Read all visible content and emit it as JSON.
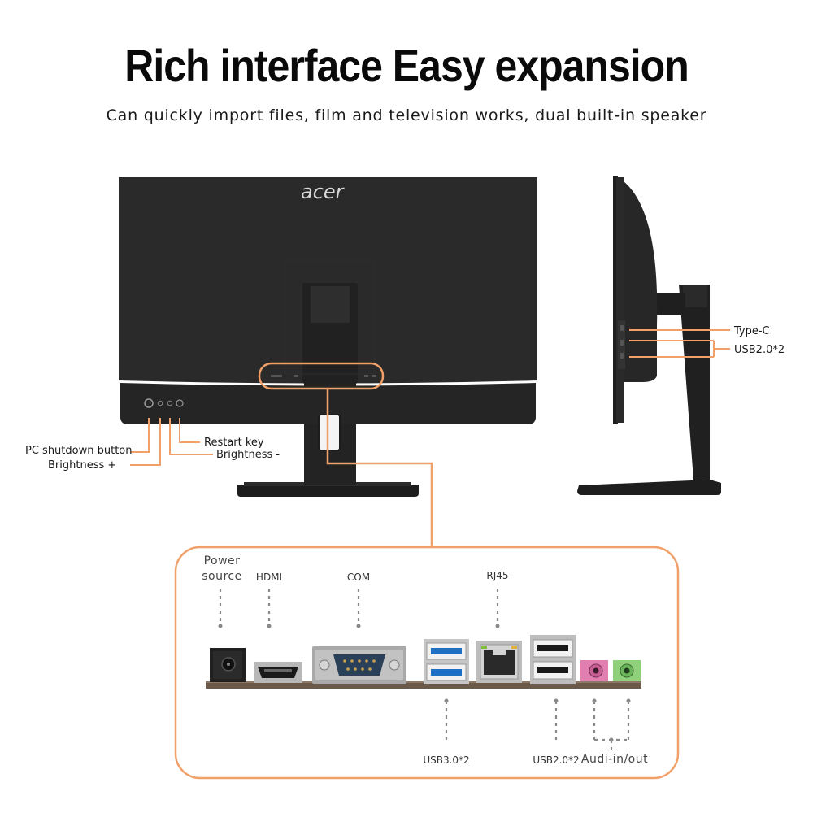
{
  "headline": "Rich interface  Easy expansion",
  "subheadline": "Can quickly import files, film and television works, dual built-in speaker",
  "brand_logo": "acer",
  "colors": {
    "accent_orange": "#f0a068",
    "monitor_body": "#262626",
    "label_text": "#1a1a1a"
  },
  "rear_buttons": {
    "pc_shutdown": "PC shutdown button",
    "brightness_plus": "Brightness +",
    "restart": "Restart key",
    "brightness_minus": "Brightness -"
  },
  "side_ports": {
    "type_c": "Type-C",
    "usb20": "USB2.0*2"
  },
  "io_panel": {
    "power_source": "Power source",
    "hdmi": "HDMI",
    "com": "COM",
    "rj45": "RJ45",
    "usb30": "USB3.0*2",
    "usb20": "USB2.0*2",
    "audio": "Audi-in/out"
  }
}
